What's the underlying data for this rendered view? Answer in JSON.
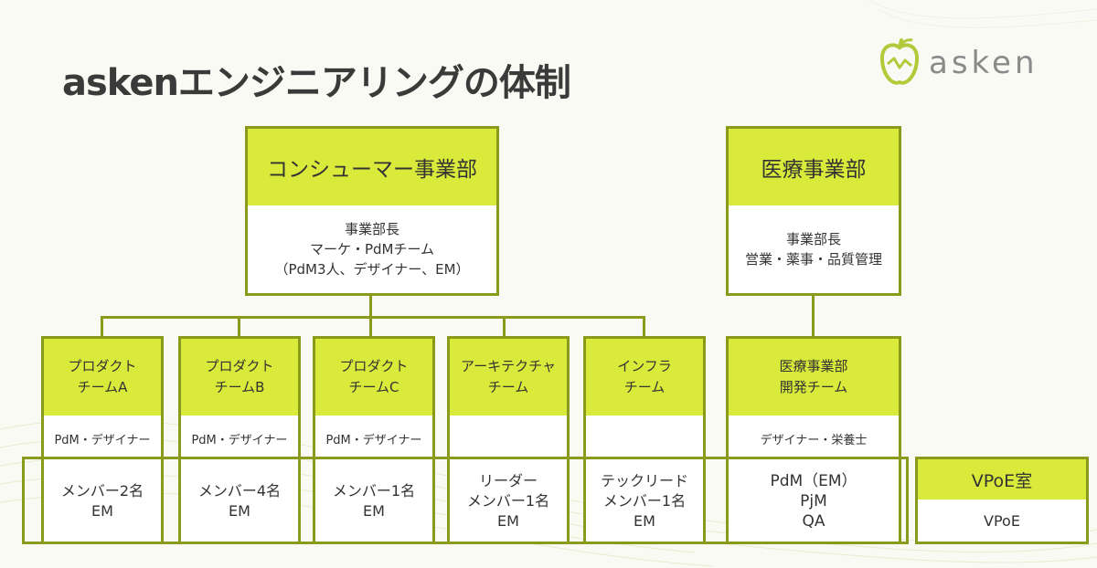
{
  "title": "askenエンジニアリングの体制",
  "logo": {
    "text": "asken"
  },
  "colors": {
    "accent": "#d9ea3a",
    "border": "#8a9a1a",
    "background": "#fafaf4"
  },
  "consumer": {
    "name": "コンシューマー事業部",
    "lines": [
      "事業部長",
      "マーケ・PdMチーム",
      "（PdM3人、デザイナー、EM）"
    ]
  },
  "medical": {
    "name": "医療事業部",
    "lines": [
      "事業部長",
      "営業・薬事・品質管理"
    ]
  },
  "teams": [
    {
      "name": [
        "プロダクト",
        "チームA"
      ],
      "roles": "PdM・デザイナー",
      "members": [
        "メンバー2名",
        "EM"
      ]
    },
    {
      "name": [
        "プロダクト",
        "チームB"
      ],
      "roles": "PdM・デザイナー",
      "members": [
        "メンバー4名",
        "EM"
      ]
    },
    {
      "name": [
        "プロダクト",
        "チームC"
      ],
      "roles": "PdM・デザイナー",
      "members": [
        "メンバー1名",
        "EM"
      ]
    },
    {
      "name": [
        "アーキテクチャ",
        "チーム"
      ],
      "roles": "",
      "members": [
        "リーダー",
        "メンバー1名",
        "EM"
      ]
    },
    {
      "name": [
        "インフラ",
        "チーム"
      ],
      "roles": "",
      "members": [
        "テックリード",
        "メンバー1名",
        "EM"
      ]
    },
    {
      "name": [
        "医療事業部",
        "開発チーム"
      ],
      "roles": "デザイナー・栄養士",
      "members": [
        "PdM（EM）",
        "PjM",
        "QA"
      ]
    }
  ],
  "vpoe": {
    "name": "VPoE室",
    "member": "VPoE"
  }
}
